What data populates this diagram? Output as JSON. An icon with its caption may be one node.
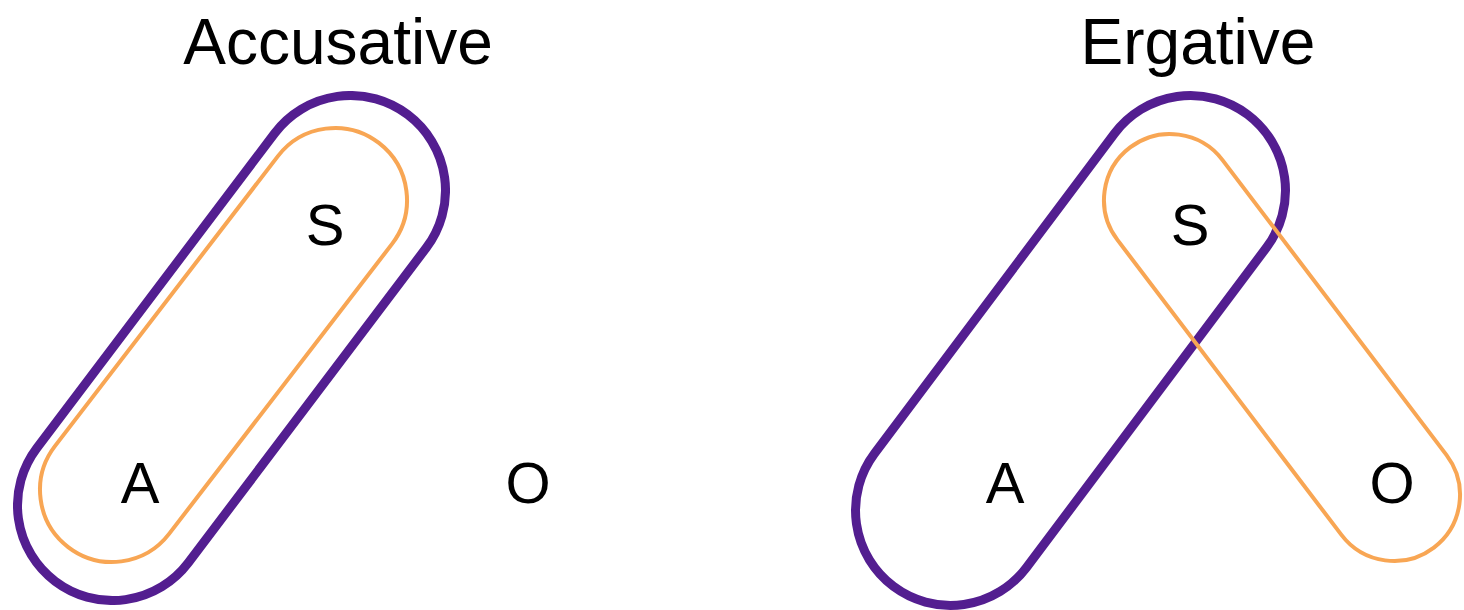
{
  "diagram": {
    "nodes": [
      {
        "text": [],
        "shape": "capsule"
      },
      {
        "text": [],
        "shape": "capsule",
        "in": 0
      },
      {
        "text": [],
        "shape": "capsule"
      },
      {
        "text": [],
        "shape": "capsule"
      }
    ],
    "labels": [
      "Accusative",
      "S",
      "A",
      "O",
      "Ergative",
      "S",
      "A",
      "O"
    ]
  }
}
